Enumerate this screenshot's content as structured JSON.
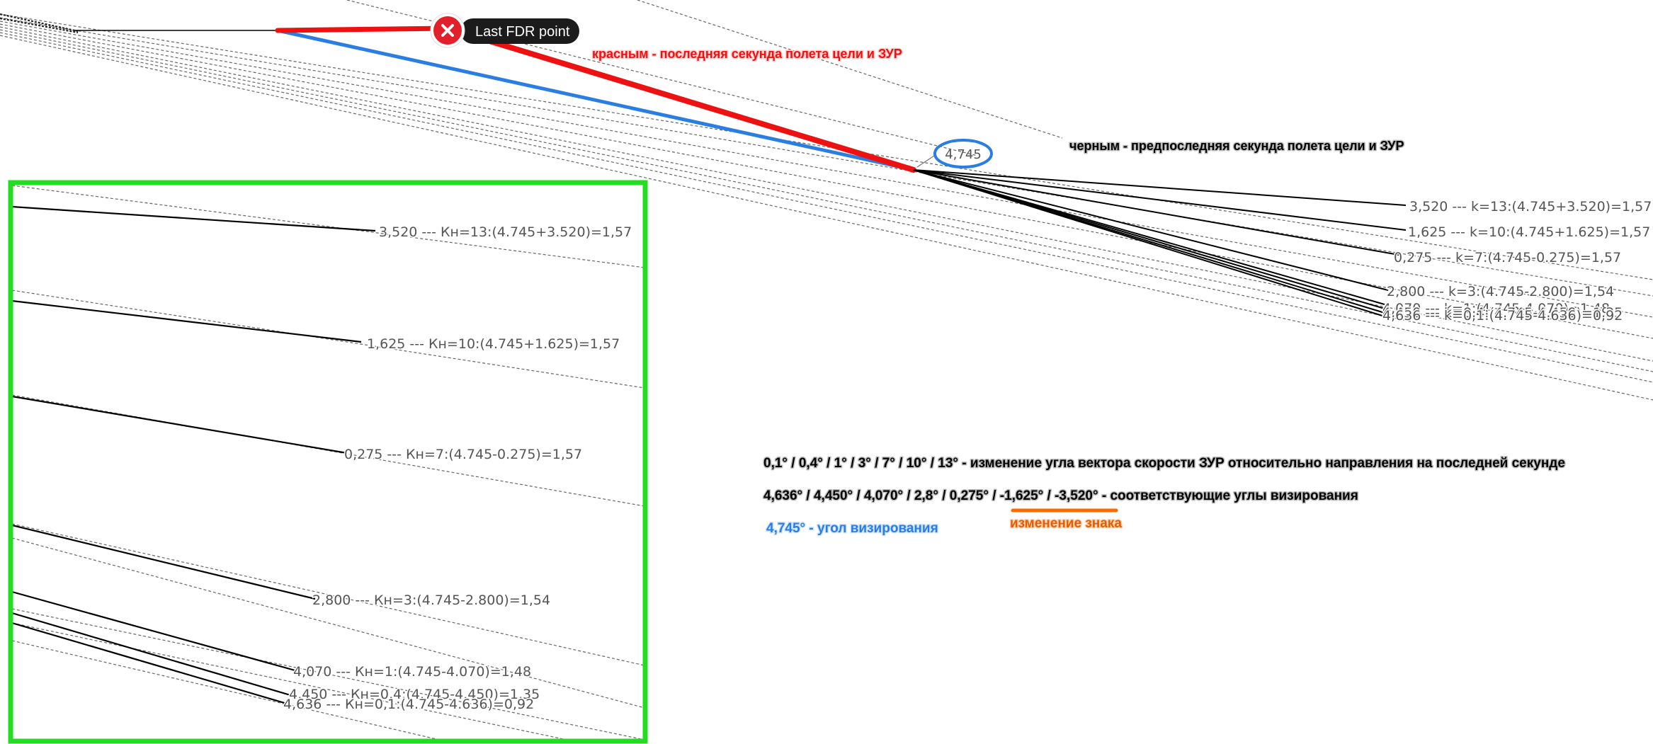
{
  "callout": {
    "label": "Last FDR point"
  },
  "annotations": {
    "red_legend": "красным - последняя секунда полета цели и ЗУР",
    "black_legend": "черным - предпоследняя секунда полета цели и ЗУР",
    "line1": "0,1° / 0,4° / 1° / 3° / 7° / 10° / 13° - изменение угла вектора скорости ЗУР относительно направления на последней секунде",
    "line2_part1": "4,636° / 4,450° / 4,070° / 2,8° / 0,275° / ",
    "line2_part2": "-1,625° / -3,520°",
    "line2_part3": " - соответствующие углы визирования",
    "blue_note": "4,745° - угол визирования",
    "sign_change": "изменение знака"
  },
  "colors": {
    "red": "#ee1111",
    "blue": "#2a7de1",
    "orange": "#ff6a00",
    "green": "#22dd22",
    "black": "#000000",
    "grey_text": "#555555"
  },
  "main_view": {
    "center_label": "4,745",
    "labels": [
      "3,520 --- k=13:(4.745+3.520)=1,57",
      "1,625 --- k=10:(4.745+1.625)=1,57",
      "0,275 --- k=7:(4.745-0.275)=1,57",
      "2,800 --- k=3:(4.745-2.800)=1,54",
      "4,070 --- k=1:(4.745-4.070)=1,48",
      "4,450 --- k=0,4:(4.745-4.450)=1,35",
      "4,636 --- k=0,1:(4.745-4.636)=0,92"
    ]
  },
  "zoom_view": {
    "labels": [
      "3,520 --- Кн=13:(4.745+3.520)=1,57",
      "1,625 --- Кн=10:(4.745+1.625)=1,57",
      "0,275 --- Кн=7:(4.745-0.275)=1,57",
      "2,800 --- Кн=3:(4.745-2.800)=1,54",
      "4,070 --- Кн=1:(4.745-4.070)=1,48",
      "4,450 --- Кн=0,4:(4.745-4.450)=1,35",
      "4,636 --- Кн=0,1:(4.745-4.636)=0,92"
    ]
  }
}
